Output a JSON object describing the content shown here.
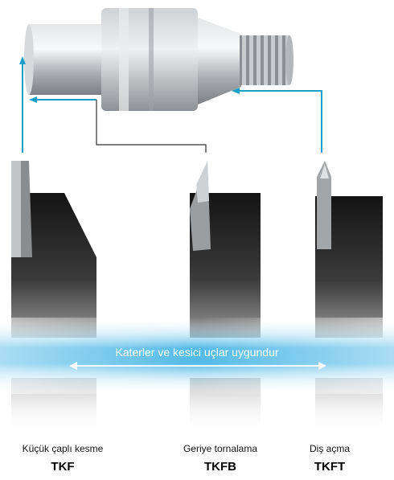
{
  "banner": {
    "text": "Katerler ve kesici uçlar uygundur"
  },
  "tools": [
    {
      "description": "Küçük çaplı kesme",
      "code": "TKF"
    },
    {
      "description": "Geriye tornalama",
      "code": "TKFB"
    },
    {
      "description": "Diş açma",
      "code": "TKFT"
    }
  ],
  "colors": {
    "accent": "#1aa0c8",
    "band": "#2aa6df",
    "steel": "#b9bcc0"
  },
  "icons": {
    "band_arrow": "double-arrow-icon"
  }
}
